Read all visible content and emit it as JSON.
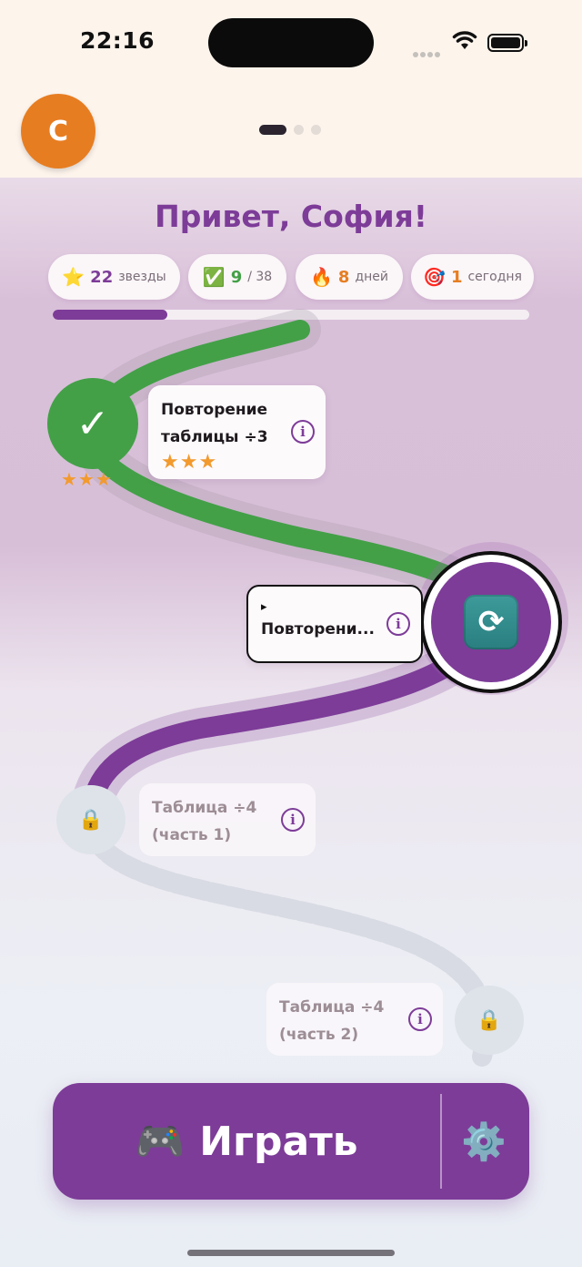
{
  "status": {
    "time": "22:16"
  },
  "header": {
    "avatar_letter": "С",
    "pages": 3,
    "active_page": 0
  },
  "greeting": "Привет, София!",
  "stats": [
    {
      "icon": "⭐",
      "icon_name": "star-icon",
      "value": "22",
      "label": "звезды",
      "color": "#7d3c98"
    },
    {
      "icon": "✅",
      "icon_name": "check-icon",
      "value": "9",
      "label": "/ 38",
      "color": "#43a047"
    },
    {
      "icon": "🔥",
      "icon_name": "fire-icon",
      "value": "8",
      "label": "дней",
      "color": "#e67e22"
    },
    {
      "icon": "🎯",
      "icon_name": "target-icon",
      "value": "1",
      "label": "сегодня",
      "color": "#e67e22"
    }
  ],
  "progress_fraction": 0.24,
  "levels": [
    {
      "title": "Повторение таблицы ÷3",
      "state": "done",
      "stars": "★★★",
      "node_stars": "★★★"
    },
    {
      "title_prefix": "▸",
      "title": "Повторени...",
      "state": "current"
    },
    {
      "title": "Таблица ÷4 (часть 1)",
      "state": "locked"
    },
    {
      "title": "Таблица ÷4 (часть 2)",
      "state": "locked"
    }
  ],
  "play": {
    "label": "Играть",
    "icon": "🎮",
    "settings_icon": "⚙️"
  },
  "colors": {
    "accent": "#7d3c98",
    "done": "#43a047",
    "avatar": "#e77d21"
  }
}
